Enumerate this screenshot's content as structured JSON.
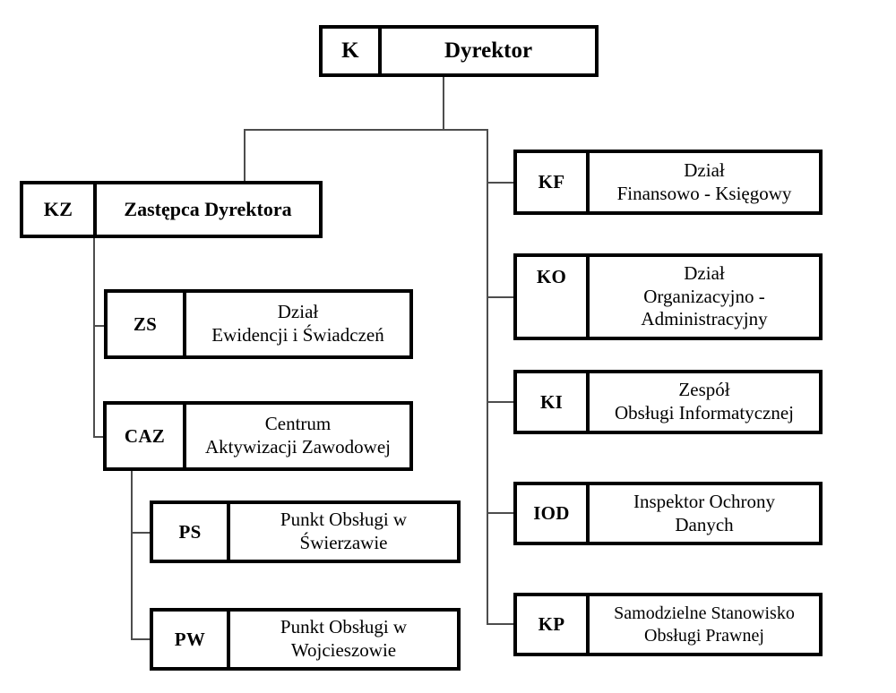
{
  "diagram": {
    "type": "organizational-chart",
    "language": "pl",
    "colors": {
      "box_border": "#000000",
      "connector": "#4d4d4d",
      "background": "#ffffff",
      "text": "#000000"
    },
    "nodes": {
      "director": {
        "code": "K",
        "title": "Dyrektor",
        "level": 0
      },
      "deputy": {
        "code": "KZ",
        "title": "Zastępca Dyrektora",
        "level": 1
      },
      "zs": {
        "code": "ZS",
        "title_line1": "Dział",
        "title_line2": "Ewidencji i Świadczeń",
        "level": 2
      },
      "caz": {
        "code": "CAZ",
        "title_line1": "Centrum",
        "title_line2": "Aktywizacji Zawodowej",
        "level": 2
      },
      "ps": {
        "code": "PS",
        "title_line1": "Punkt Obsługi w",
        "title_line2": "Świerzawie",
        "level": 3
      },
      "pw": {
        "code": "PW",
        "title_line1": "Punkt Obsługi w",
        "title_line2": "Wojcieszowie",
        "level": 3
      },
      "kf": {
        "code": "KF",
        "title_line1": "Dział",
        "title_line2": "Finansowo - Księgowy",
        "level": 1
      },
      "ko": {
        "code": "KO",
        "title_line1": "Dział",
        "title_line2": "Organizacyjno -",
        "title_line3": "Administracyjny",
        "level": 1
      },
      "ki": {
        "code": "KI",
        "title_line1": "Zespół",
        "title_line2": "Obsługi Informatycznej",
        "level": 1
      },
      "iod": {
        "code": "IOD",
        "title_line1": "Inspektor Ochrony",
        "title_line2": "Danych",
        "level": 1
      },
      "kp": {
        "code": "KP",
        "title_line1": "Samodzielne Stanowisko",
        "title_line2": "Obsługi Prawnej",
        "level": 1
      }
    }
  }
}
